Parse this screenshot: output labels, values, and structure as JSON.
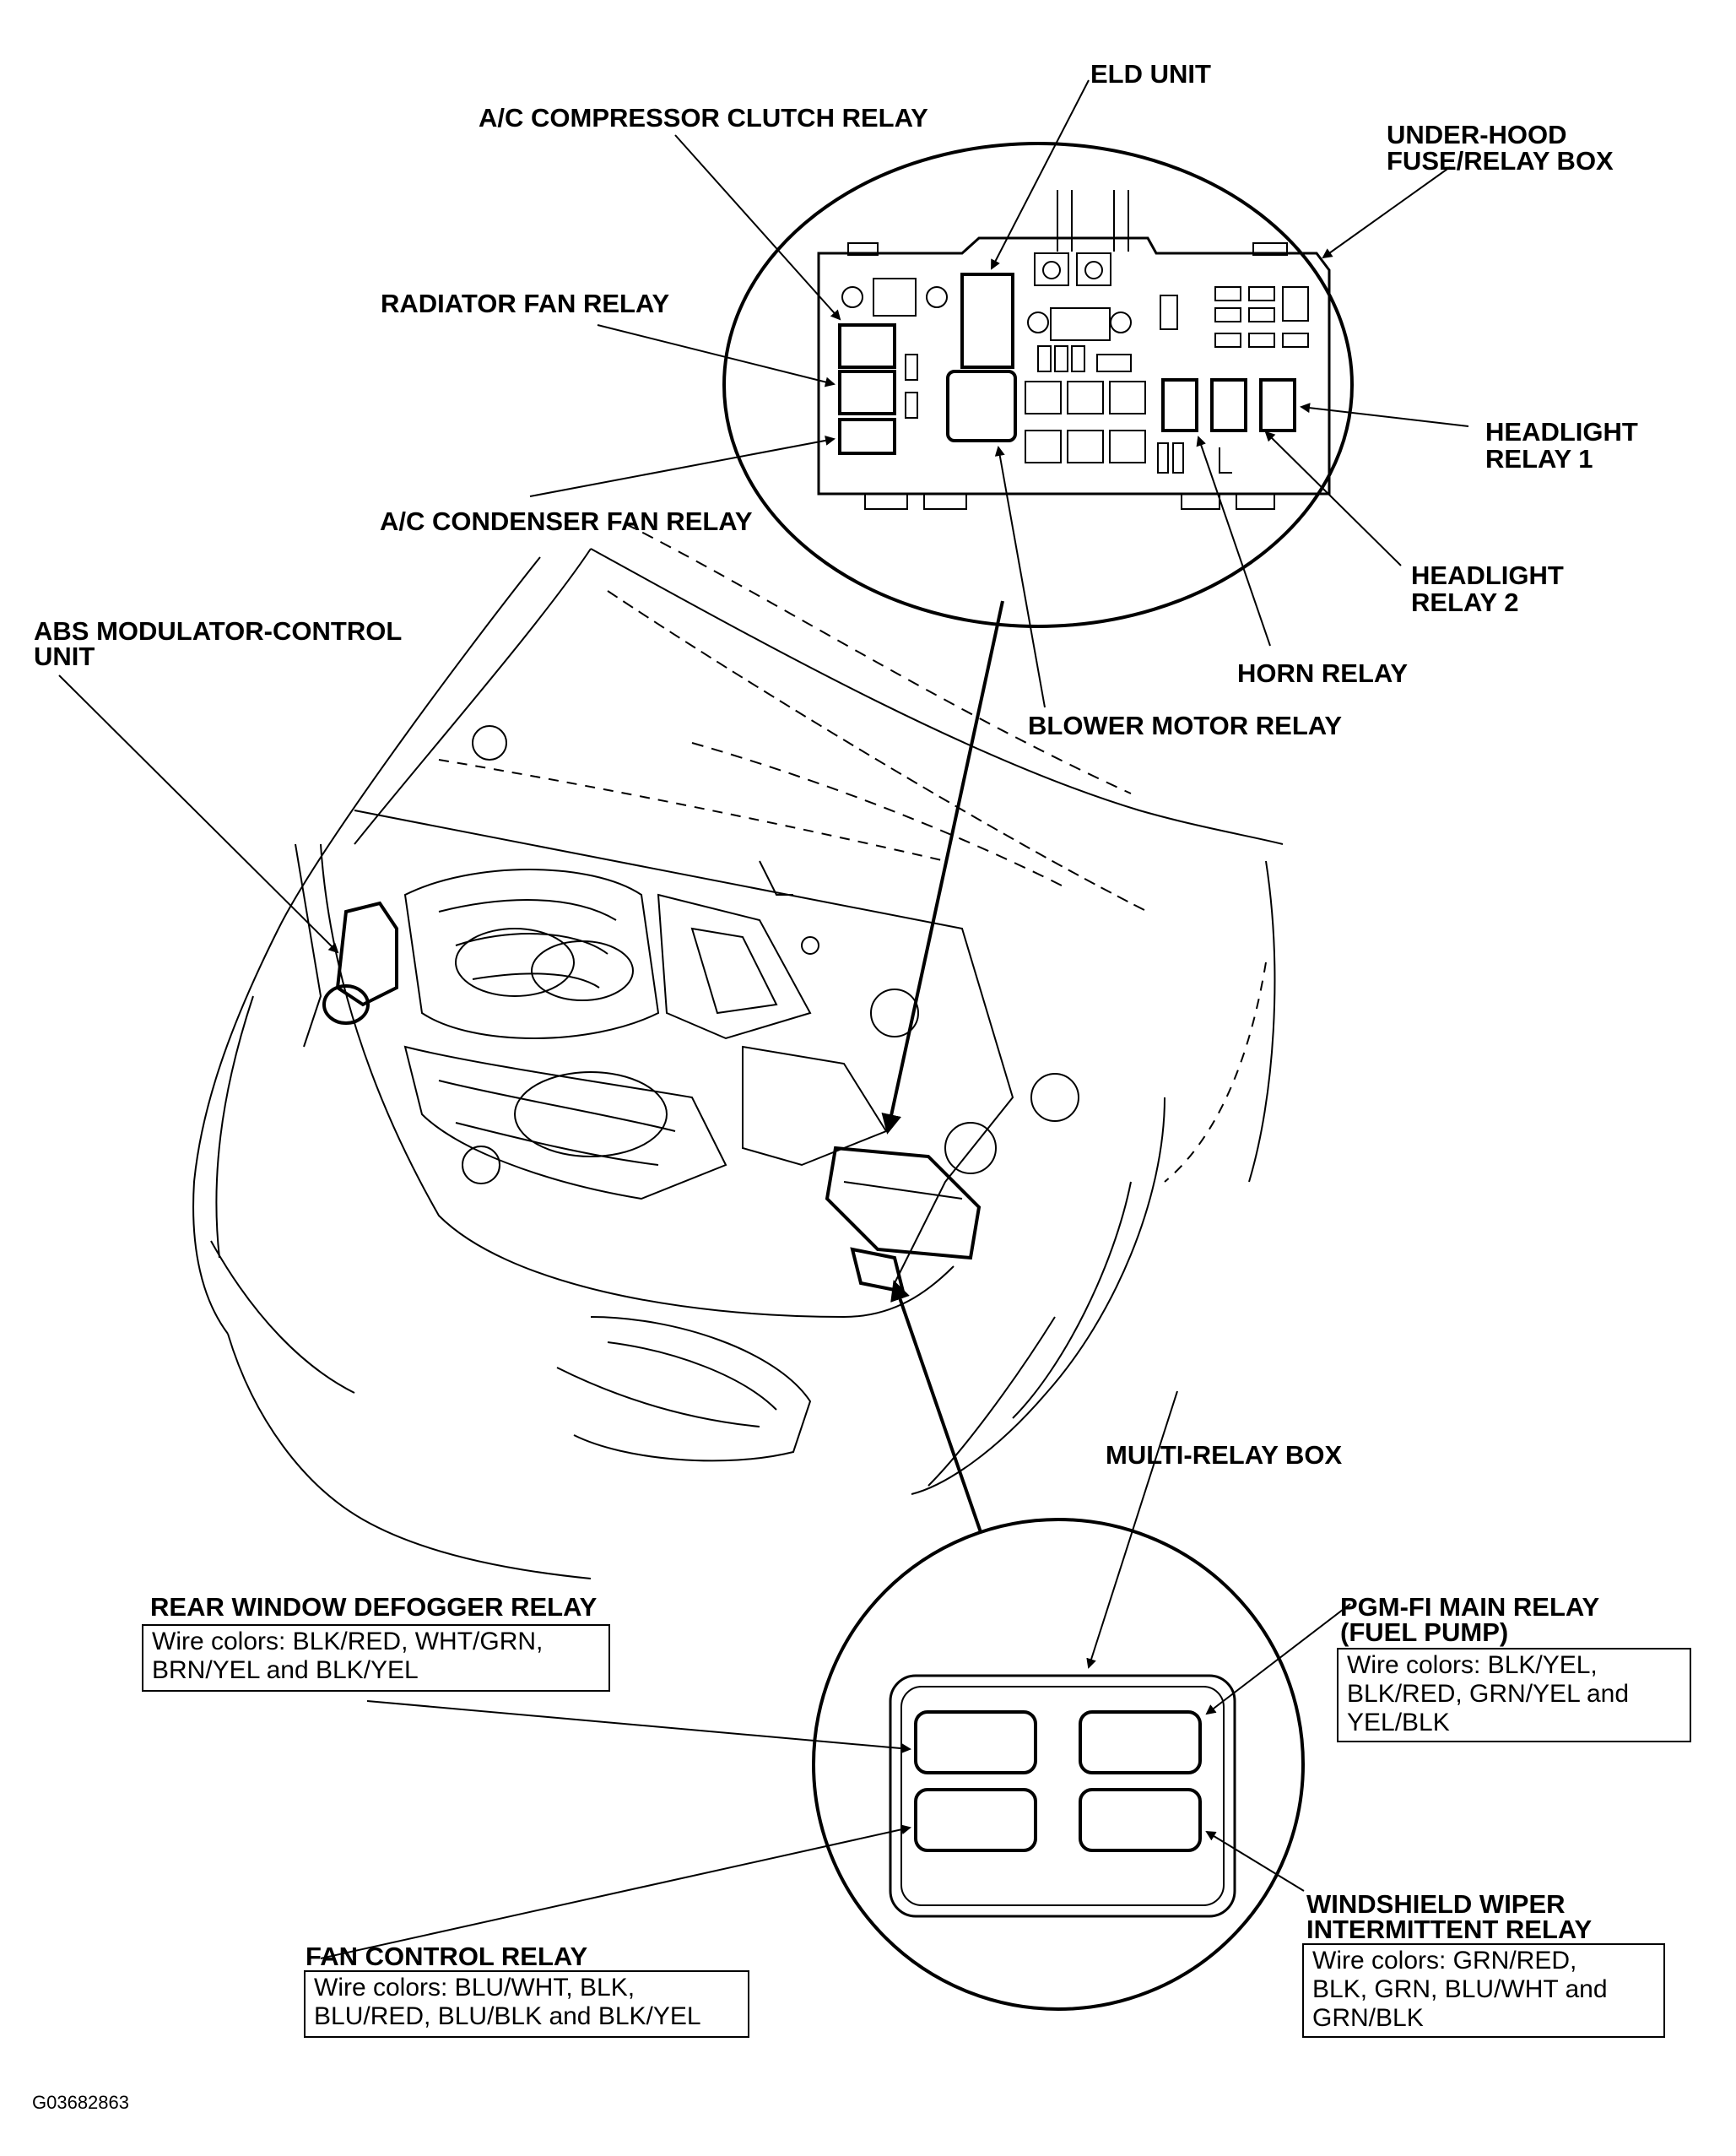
{
  "labels": {
    "eld_unit": "ELD UNIT",
    "ac_compressor_clutch_relay": "A/C COMPRESSOR CLUTCH RELAY",
    "under_hood_box_1": "UNDER-HOOD",
    "under_hood_box_2": "FUSE/RELAY BOX",
    "radiator_fan_relay": "RADIATOR FAN RELAY",
    "headlight_relay_1_a": "HEADLIGHT",
    "headlight_relay_1_b": "RELAY 1",
    "ac_condenser_fan_relay": "A/C CONDENSER FAN RELAY",
    "headlight_relay_2_a": "HEADLIGHT",
    "headlight_relay_2_b": "RELAY 2",
    "abs_unit_a": "ABS MODULATOR-CONTROL",
    "abs_unit_b": "UNIT",
    "horn_relay": "HORN RELAY",
    "blower_motor_relay": "BLOWER MOTOR RELAY",
    "multi_relay_box": "MULTI-RELAY BOX",
    "rear_defogger_relay": "REAR WINDOW DEFOGGER RELAY",
    "pgm_fi_a": "PGM-FI MAIN RELAY",
    "pgm_fi_b": "(FUEL PUMP)",
    "fan_control_relay": "FAN CONTROL RELAY",
    "wiper_relay_a": "WINDSHIELD WIPER",
    "wiper_relay_b": "INTERMITTENT RELAY"
  },
  "notes": {
    "rear_defogger": [
      "Wire colors: BLK/RED, WHT/GRN,",
      "BRN/YEL and BLK/YEL"
    ],
    "pgm_fi": [
      "Wire colors: BLK/YEL,",
      "BLK/RED, GRN/YEL and",
      "YEL/BLK"
    ],
    "fan_control": [
      "Wire colors: BLU/WHT, BLK,",
      "BLU/RED, BLU/BLK and BLK/YEL"
    ],
    "wiper": [
      "Wire colors: GRN/RED,",
      "BLK, GRN, BLU/WHT and",
      "GRN/BLK"
    ]
  },
  "figure_id": "G03682863"
}
